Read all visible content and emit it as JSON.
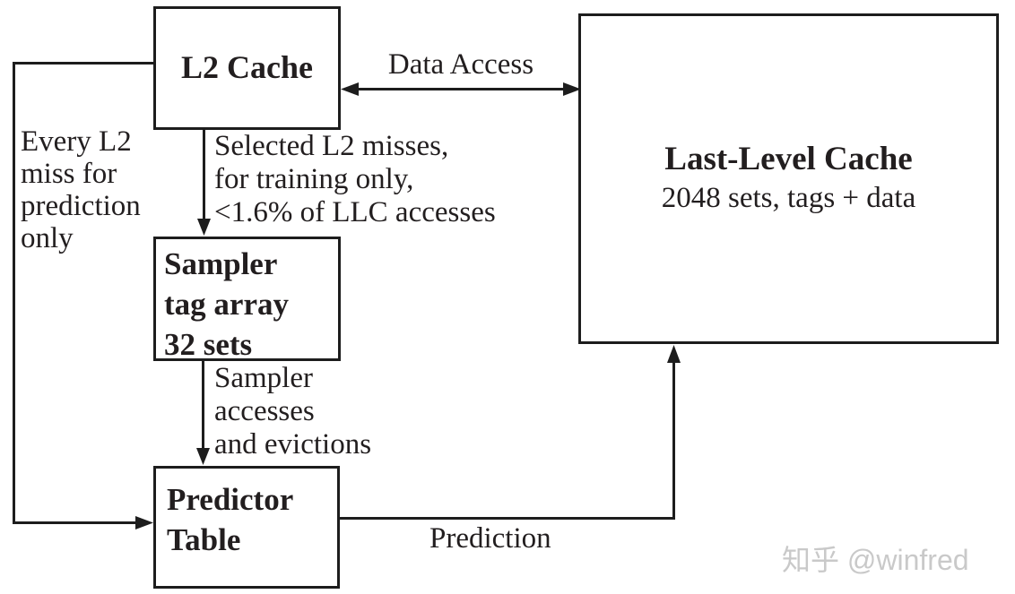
{
  "diagram": {
    "nodes": {
      "l2_cache": {
        "title": "L2 Cache"
      },
      "llc": {
        "title": "Last-Level Cache",
        "subtitle": "2048 sets, tags + data"
      },
      "sampler": {
        "lines": [
          "Sampler",
          "tag array",
          "32 sets"
        ]
      },
      "predictor": {
        "lines": [
          "Predictor",
          "Table"
        ]
      }
    },
    "edges": {
      "data_access": {
        "label": "Data Access"
      },
      "selected_misses": {
        "lines": [
          "Selected L2 misses,",
          "for training only,",
          "<1.6% of LLC accesses"
        ]
      },
      "every_miss": {
        "lines": [
          "Every L2",
          "miss for",
          "prediction",
          "only"
        ]
      },
      "sampler_accesses": {
        "lines": [
          "Sampler",
          "accesses",
          "and evictions"
        ]
      },
      "prediction": {
        "label": "Prediction"
      }
    },
    "colors": {
      "line": "#1d1d1d",
      "text": "#221e1f",
      "watermark": "#c9c9c9",
      "background": "#ffffff"
    },
    "watermark": {
      "text": "知乎 @winfred"
    }
  }
}
